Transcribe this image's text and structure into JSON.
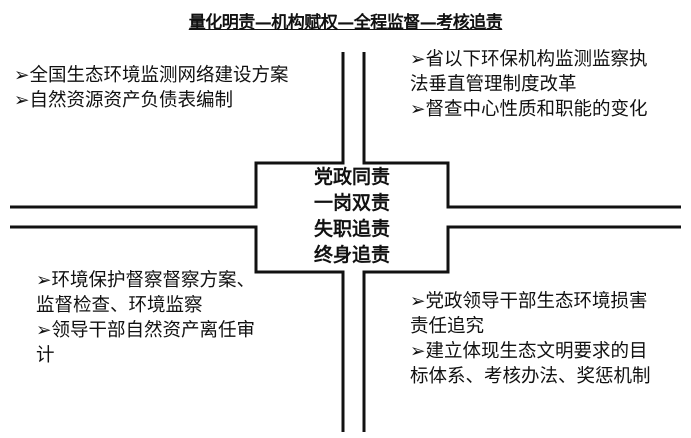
{
  "title": "量化明责—机构赋权—全程监督—考核追责",
  "center": [
    "党政同责",
    "一岗双责",
    "失职追责",
    "终身追责"
  ],
  "quadrants": {
    "top_left": [
      "➢全国生态环境监测网络建设方案",
      "➢自然资源资产负债表编制"
    ],
    "top_right": [
      "➢省以下环保机构监测监察执法垂直管理制度改革",
      "➢督查中心性质和职能的变化"
    ],
    "bottom_left": [
      "➢环境保护督察督察方案、监督检查、环境监察",
      "➢领导干部自然资产离任审计"
    ],
    "bottom_right": [
      "➢党政领导干部生态环境损害责任追究",
      "➢建立体现生态文明要求的目标体系、考核办法、奖惩机制"
    ]
  }
}
